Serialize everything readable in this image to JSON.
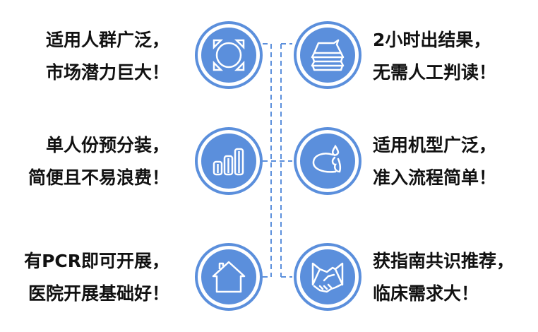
{
  "accent_color": "#5b8fdc",
  "features": [
    {
      "side": "left",
      "icon": "target-frame-icon",
      "line1": "适用人群广泛，",
      "line2": "市场潜力巨大！"
    },
    {
      "side": "right",
      "icon": "stacked-layers-icon",
      "line1": "2小时出结果，",
      "line2": "无需人工判读！"
    },
    {
      "side": "left",
      "icon": "bar-columns-icon",
      "line1": "单人份预分装，",
      "line2": "简便且不易浪费！"
    },
    {
      "side": "right",
      "icon": "hand-drop-icon",
      "line1": "适用机型广泛，",
      "line2": "准入流程简单！"
    },
    {
      "side": "left",
      "icon": "house-icon",
      "line1": "有PCR即可开展，",
      "line2": "医院开展基础好！"
    },
    {
      "side": "right",
      "icon": "handshake-icon",
      "line1": "获指南共识推荐，",
      "line2": "临床需求大！"
    }
  ]
}
